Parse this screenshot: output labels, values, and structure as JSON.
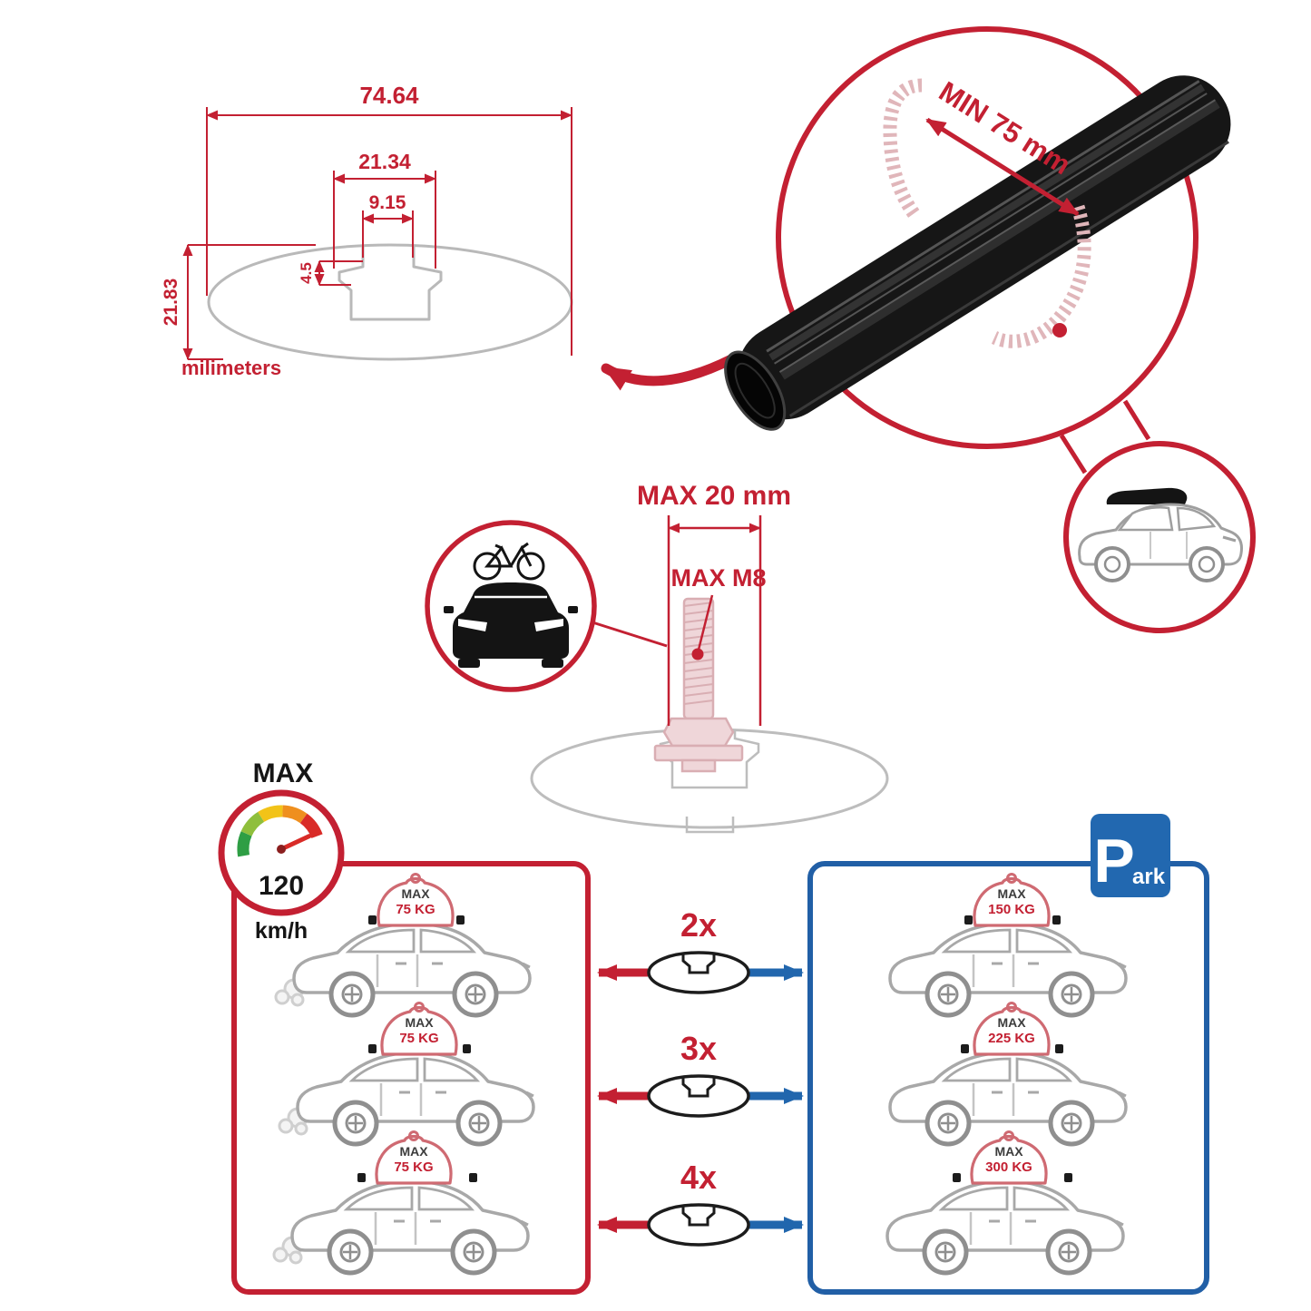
{
  "colors": {
    "accent_red": "#c32032",
    "accent_blue": "#2166ad",
    "sign_blue": "#2268b0",
    "line_gray": "#b9b9b9",
    "ghost_pink": "#e0b6ba",
    "bar_black": "#161616"
  },
  "dimensions": {
    "total_width": "74.64",
    "channel_outer": "21.34",
    "channel_inner": "9.15",
    "slot_depth": "4.5",
    "total_height": "21.83",
    "units": "milimeters"
  },
  "clamp": {
    "min_label": "MIN 75 mm"
  },
  "bolt": {
    "max_length": "MAX 20 mm",
    "max_thread": "MAX M8"
  },
  "speed": {
    "label": "MAX",
    "value": "120",
    "unit": "km/h"
  },
  "parking": {
    "letter": "P",
    "rest": "ark"
  },
  "rows": [
    {
      "multiplier": "2x",
      "moving_max": "MAX",
      "moving_weight": "75 KG",
      "parked_max": "MAX",
      "parked_weight": "150 KG"
    },
    {
      "multiplier": "3x",
      "moving_max": "MAX",
      "moving_weight": "75 KG",
      "parked_max": "MAX",
      "parked_weight": "225 KG"
    },
    {
      "multiplier": "4x",
      "moving_max": "MAX",
      "moving_weight": "75 KG",
      "parked_max": "MAX",
      "parked_weight": "300 KG"
    }
  ],
  "icons": {
    "gauge": "speedometer-gauge",
    "parking": "parking-sign",
    "car_front_bike": "car-with-bike-icon",
    "suv_roofbox": "suv-with-roofbox-icon",
    "crossbar_section": "crossbar-cross-section-icon"
  }
}
